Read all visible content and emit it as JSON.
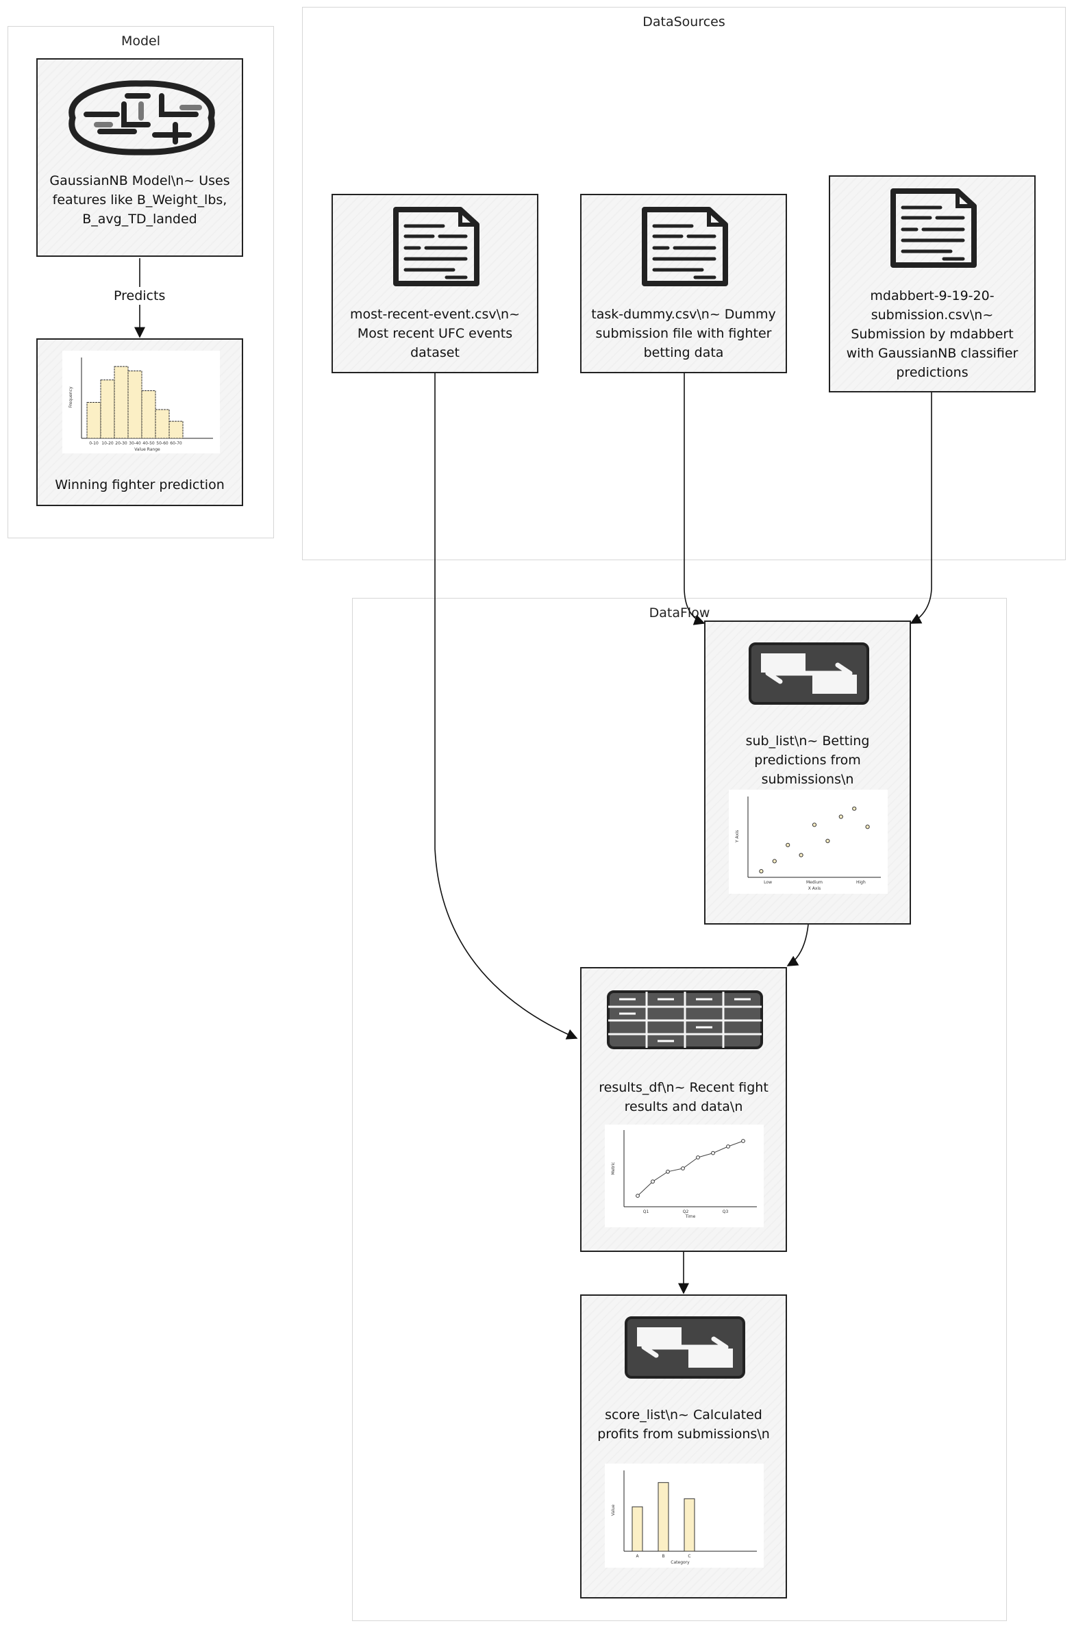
{
  "groups": {
    "model": "Model",
    "datasources": "DataSources",
    "dataflow": "DataFlow"
  },
  "nodes": {
    "gaussiannb": {
      "label": "GaussianNB Model\\n~ Uses features like B_Weight_lbs, B_avg_TD_landed",
      "icon": "brain-icon"
    },
    "winning": {
      "label": "Winning fighter prediction",
      "icon": "histogram-icon"
    },
    "most_recent": {
      "label": "most-recent-event.csv\\n~ Most recent UFC events dataset",
      "icon": "document-icon"
    },
    "task_dummy": {
      "label": "task-dummy.csv\\n~ Dummy submission file with fighter betting data",
      "icon": "document-icon"
    },
    "mdabbert": {
      "label": "mdabbert-9-19-20-submission.csv\\n~ Submission by mdabbert with GaussianNB classifier predictions",
      "icon": "document-icon"
    },
    "sub_list": {
      "label": "sub_list\\n~ Betting predictions from submissions\\n",
      "icon": "transfer-icon"
    },
    "results_df": {
      "label": "results_df\\n~ Recent fight results and data\\n",
      "icon": "table-icon"
    },
    "score_list": {
      "label": "score_list\\n~ Calculated profits from submissions\\n",
      "icon": "transfer-icon"
    }
  },
  "edges": {
    "predicts": "Predicts"
  },
  "mini_charts": {
    "histogram": {
      "ylabel": "Frequency",
      "xlabel": "Value Range",
      "categories": [
        "0-10",
        "10-20",
        "20-30",
        "30-40",
        "40-50",
        "50-60",
        "60-70"
      ],
      "values": [
        4,
        6.5,
        8,
        7.5,
        5.3,
        3.2,
        1.9
      ]
    },
    "scatter": {
      "ylabel": "Y Axis",
      "xlabel": "X Axis",
      "ticks": [
        "Low",
        "Medium",
        "High"
      ],
      "points": [
        [
          0.1,
          0.3
        ],
        [
          0.2,
          0.8
        ],
        [
          0.3,
          1.6
        ],
        [
          0.4,
          1.1
        ],
        [
          0.5,
          2.6
        ],
        [
          0.6,
          1.8
        ],
        [
          0.7,
          3.0
        ],
        [
          0.8,
          3.4
        ],
        [
          0.9,
          2.5
        ]
      ]
    },
    "line": {
      "ylabel": "Metric",
      "xlabel": "Time",
      "ticks": [
        "Q1",
        "Q2",
        "Q3"
      ],
      "values": [
        1.0,
        2.3,
        3.2,
        3.5,
        4.5,
        4.9,
        5.5,
        6.0
      ]
    },
    "bar": {
      "ylabel": "Value",
      "xlabel": "Category",
      "categories": [
        "A",
        "B",
        "C"
      ],
      "values": [
        5.5,
        8.5,
        6.5
      ]
    }
  }
}
